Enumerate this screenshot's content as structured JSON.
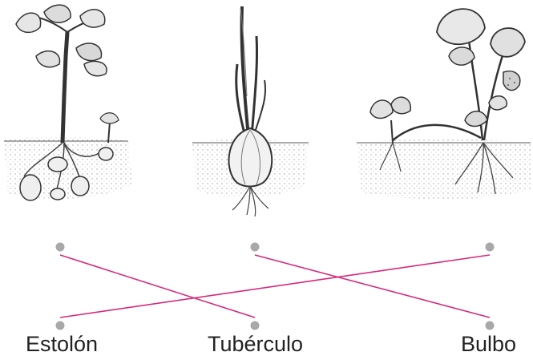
{
  "labels": {
    "left": "Estolón",
    "middle": "Tubérculo",
    "right": "Bulbo"
  },
  "plants": [
    {
      "id": "potato-plant",
      "icon": "potato-plant-illustration"
    },
    {
      "id": "onion-plant",
      "icon": "onion-bulb-illustration"
    },
    {
      "id": "strawberry-plant",
      "icon": "strawberry-runner-illustration"
    }
  ],
  "connections": [
    {
      "from": "potato-plant",
      "to": "Tubérculo"
    },
    {
      "from": "onion-plant",
      "to": "Bulbo"
    },
    {
      "from": "strawberry-plant",
      "to": "Estolón"
    }
  ],
  "colors": {
    "line": "#d6297a",
    "dot": "#a8a8a8",
    "soil": "#8a8a8a",
    "ink": "#333333"
  }
}
